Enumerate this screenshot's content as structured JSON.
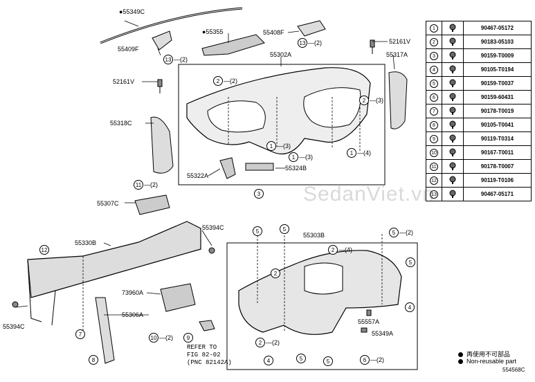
{
  "labels": {
    "p55349C": "●55349C",
    "p55355": "●55355",
    "p55408F": "55408F",
    "p55409F": "55409F",
    "p52161V_top": "52161V",
    "p55302A": "55302A",
    "p52161V_left": "52161V",
    "p55317A": "55317A",
    "p55318C": "55318C",
    "p55322A": "55322A",
    "p55324B": "55324B",
    "p55307C": "55307C",
    "p55394C_top": "55394C",
    "p55330B": "55330B",
    "p55303B": "55303B",
    "p73960A": "73960A",
    "p55306A": "55306A",
    "p55394C_bottom": "55394C",
    "p55557A": "55557A",
    "p55349A": "55349A",
    "refer": "REFER TO",
    "fig": "FIG 82-02",
    "pnc": "(PNC 82142A)",
    "code": "554568C"
  },
  "callouts": {
    "c13a": "13",
    "c13a_q": "—(2)",
    "c13b": "13",
    "c13b_q": "—(2)",
    "c2a": "2",
    "c2a_q": "—(2)",
    "c2b": "2",
    "c2b_q": "—(3)",
    "c1a": "1",
    "c1a_q": "—(3)",
    "c1b": "1",
    "c1b_q": "—(3)",
    "c1c": "1",
    "c1c_q": "—(4)",
    "c3": "3",
    "c11": "11",
    "c11_q": "—(2)",
    "c12": "12",
    "c5a": "5",
    "c5b": "5",
    "c5c": "5",
    "c5c_q": "—(2)",
    "c5d": "5",
    "c2c": "2",
    "c2c_q": "—(4)",
    "c2d": "2",
    "c4a": "4",
    "c2e": "2",
    "c2e_q": "—(2)",
    "c4b": "4",
    "c5e": "5",
    "c5f": "5",
    "c6": "6",
    "c6_q": "—(2)",
    "c7": "7",
    "c8": "8",
    "c9": "9",
    "c10": "10",
    "c10_q": "—(2)"
  },
  "legend": [
    {
      "num": "1",
      "icon": "clip-icon",
      "pn": "90467-05172"
    },
    {
      "num": "2",
      "icon": "nut-icon",
      "pn": "90183-05103"
    },
    {
      "num": "3",
      "icon": "screw-icon",
      "pn": "90159-T0009"
    },
    {
      "num": "4",
      "icon": "bolt-icon",
      "pn": "90105-T0194"
    },
    {
      "num": "5",
      "icon": "screw-icon",
      "pn": "90159-T0037"
    },
    {
      "num": "6",
      "icon": "screw-icon",
      "pn": "90159-60431"
    },
    {
      "num": "7",
      "icon": "nut-icon",
      "pn": "90178-T0019"
    },
    {
      "num": "8",
      "icon": "bolt-icon",
      "pn": "90105-T0041"
    },
    {
      "num": "9",
      "icon": "bolt-icon",
      "pn": "90119-T0314"
    },
    {
      "num": "10",
      "icon": "bolt-icon",
      "pn": "90167-T0011"
    },
    {
      "num": "11",
      "icon": "nut-icon",
      "pn": "90178-T0007"
    },
    {
      "num": "12",
      "icon": "bolt-icon",
      "pn": "90119-T0106"
    },
    {
      "num": "13",
      "icon": "clip-icon",
      "pn": "90467-05171"
    }
  ],
  "notes": {
    "jp": "再使用不可部品",
    "en": "Non-reusable part"
  },
  "watermark": "SedanViet.vn"
}
